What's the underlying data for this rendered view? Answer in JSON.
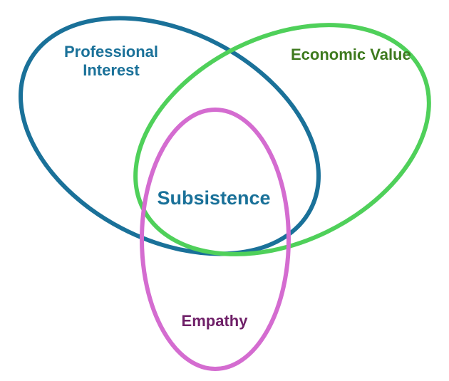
{
  "diagram": {
    "type": "venn",
    "sets": [
      {
        "key": "professional",
        "lines": [
          "Professional",
          "Interest"
        ],
        "stroke": "#1a7199",
        "label_color": "#1a7199"
      },
      {
        "key": "economic",
        "lines": [
          "Economic Value"
        ],
        "stroke": "#4fd05a",
        "label_color": "#3e7a1e"
      },
      {
        "key": "empathy",
        "lines": [
          "Empathy"
        ],
        "stroke": "#d46cd0",
        "label_color": "#6f2068"
      }
    ],
    "intersection": {
      "label": "Subsistence",
      "color": "#1a7199"
    }
  }
}
